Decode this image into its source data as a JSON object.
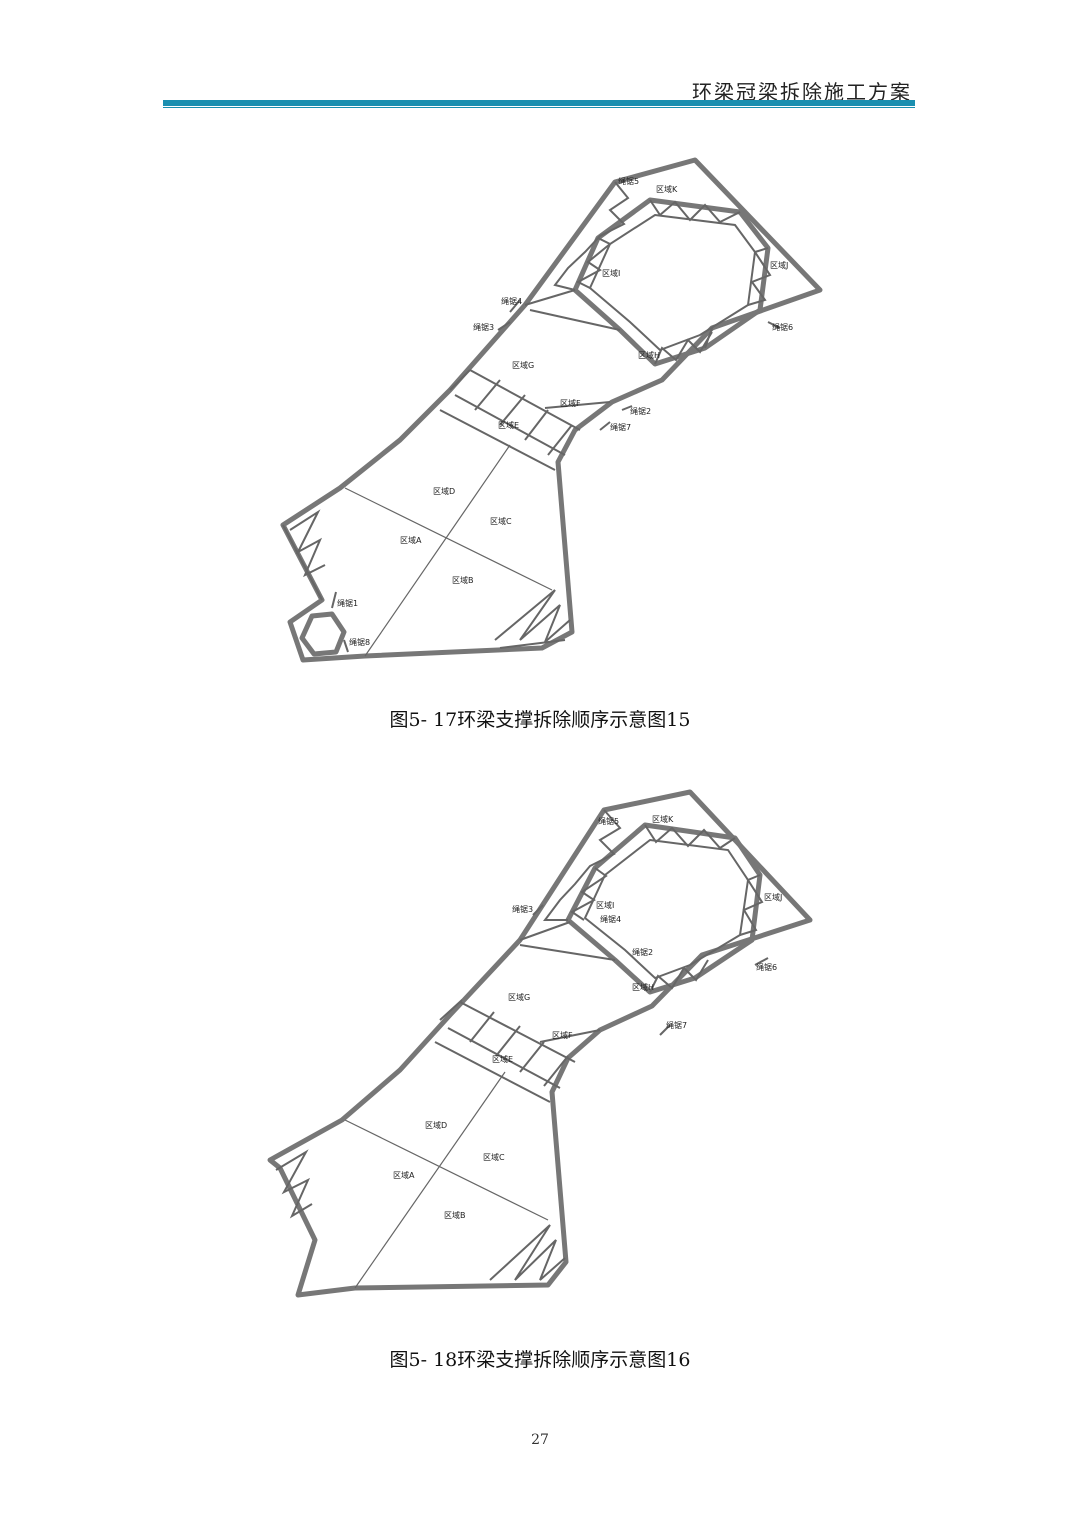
{
  "header": {
    "title": "环梁冠梁拆除施工方案"
  },
  "figures": [
    {
      "caption": "图5- 17环梁支撑拆除顺序示意图15",
      "labels": {
        "rope5": "绳锯5",
        "zoneK": "区域K",
        "zoneJ": "区域J",
        "zoneI": "区域I",
        "rope4": "绳锯4",
        "rope3": "绳锯3",
        "rope6": "绳锯6",
        "zoneH": "区域H",
        "zoneG": "区域G",
        "zoneF": "区域F",
        "rope2": "绳锯2",
        "rope7": "绳锯7",
        "zoneE": "区域E",
        "zoneD": "区域D",
        "zoneC": "区域C",
        "zoneA": "区域A",
        "zoneB": "区域B",
        "rope1": "绳锯1",
        "rope8": "绳锯8"
      }
    },
    {
      "caption": "图5- 18环梁支撑拆除顺序示意图16",
      "labels": {
        "rope5": "绳锯5",
        "zoneK": "区域K",
        "zoneJ": "区域J",
        "zoneI": "区域I",
        "rope4": "绳锯4",
        "rope3": "绳锯3",
        "rope2": "绳锯2",
        "rope6": "绳锯6",
        "zoneH": "区域H",
        "zoneG": "区域G",
        "zoneF": "区域F",
        "rope7": "绳锯7",
        "zoneE": "区域E",
        "zoneD": "区域D",
        "zoneC": "区域C",
        "zoneA": "区域A",
        "zoneB": "区域B"
      }
    }
  ],
  "page_number": "27"
}
